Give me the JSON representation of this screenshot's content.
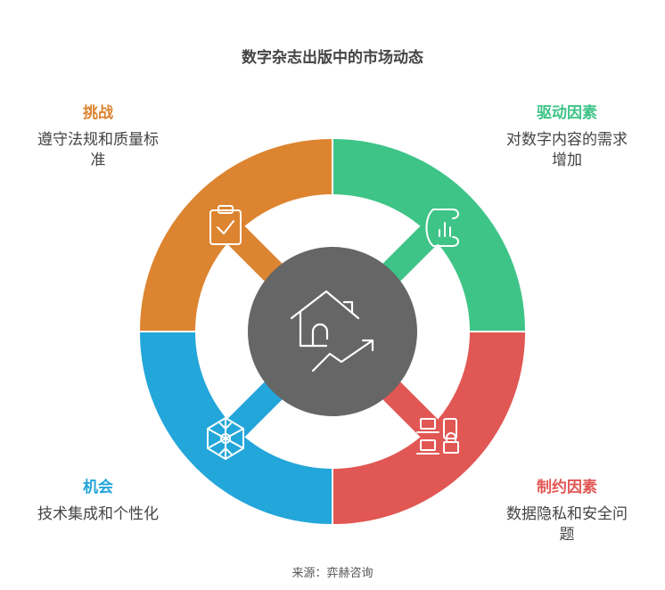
{
  "title": "数字杂志出版中的市场动态",
  "quadrants": {
    "challenge": {
      "heading": "挑战",
      "text_line1": "遵守法规和质量标",
      "text_line2": "准",
      "color": "#DD8430",
      "icon": "clipboard-check-icon"
    },
    "drivers": {
      "heading": "驱动因素",
      "text_line1": "对数字内容的需求",
      "text_line2": "增加",
      "color": "#3EC487",
      "icon": "magazine-chart-icon"
    },
    "opportunity": {
      "heading": "机会",
      "text_line1": "技术集成和个性化",
      "color": "#23A6DA",
      "icon": "snowflake-network-icon"
    },
    "constraints": {
      "heading": "制约因素",
      "text_line1": "数据隐私和安全问",
      "text_line2": "题",
      "color": "#E15754",
      "icon": "devices-lock-icon"
    }
  },
  "center": {
    "color": "#666666",
    "icon": "house-growth-icon"
  },
  "source": "来源：弈赫咨询"
}
